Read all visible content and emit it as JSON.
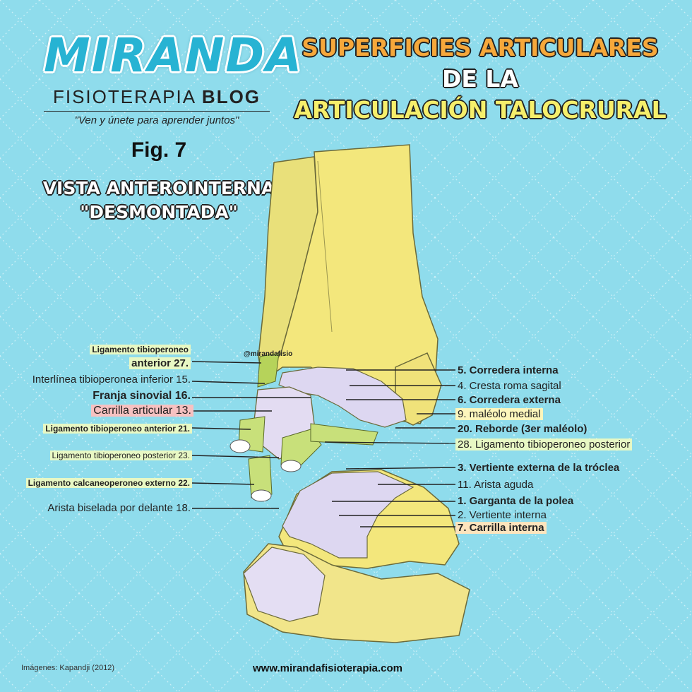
{
  "logo": {
    "word": "MIRANDA",
    "sub_plain": "FISIOTERAPIA",
    "sub_bold": "BLOG",
    "slogan": "\"Ven y únete para aprender juntos\""
  },
  "title": {
    "line1": "SUPERFICIES ARTICULARES",
    "line2": "DE LA",
    "line3": "ARTICULACIÓN TALOCRURAL"
  },
  "figure": {
    "number": "Fig. 7",
    "view_line1": "VISTA ANTEROINTERNA",
    "view_line2": "\"DESMONTADA\""
  },
  "handle": "@mirandafisio",
  "labels_left": [
    {
      "text": "Ligamento tibioperoneo",
      "style": "sm b hl-g"
    },
    {
      "text": "anterior 27.",
      "style": "b hl-g"
    },
    {
      "text": "Interlínea tibioperonea inferior 15.",
      "style": ""
    },
    {
      "text": "Franja sinovial 16.",
      "style": "b"
    },
    {
      "text": "Carrilla articular 13.",
      "style": "hl-p"
    },
    {
      "text": "Ligamento tibioperoneo anterior 21.",
      "style": "sm b hl-g"
    },
    {
      "text": "Ligamento tibioperoneo posterior 23.",
      "style": "sm hl-g"
    },
    {
      "text": "Ligamento calcaneoperoneo externo 22.",
      "style": "sm b hl-g"
    },
    {
      "text": "Arista biselada por delante 18.",
      "style": ""
    }
  ],
  "labels_right": [
    {
      "text": "5. Corredera interna",
      "style": "b"
    },
    {
      "text": "4. Cresta roma sagital",
      "style": ""
    },
    {
      "text": "6. Corredera externa",
      "style": "b"
    },
    {
      "text": "9. maléolo medial",
      "style": "hl-y"
    },
    {
      "text": "20. Reborde (3er maléolo)",
      "style": "b"
    },
    {
      "text": "28. Ligamento tibioperoneo posterior",
      "style": "hl-g"
    },
    {
      "text": "3. Vertiente externa de la tróclea",
      "style": "b"
    },
    {
      "text": "11. Arista aguda",
      "style": ""
    },
    {
      "text": "1. Garganta de la polea",
      "style": "b"
    },
    {
      "text": "2. Vertiente interna",
      "style": ""
    },
    {
      "text": "7. Carrilla interna",
      "style": "b hl-o"
    }
  ],
  "credit": "Imágenes: Kapandji (2012)",
  "website": "www.mirandafisioterapia.com",
  "colors": {
    "background": "#8fdcec",
    "bone": "#f3e77c",
    "cartilage": "#dcd6f0",
    "ligament": "#c8e07a",
    "brand": "#27b3d3"
  }
}
